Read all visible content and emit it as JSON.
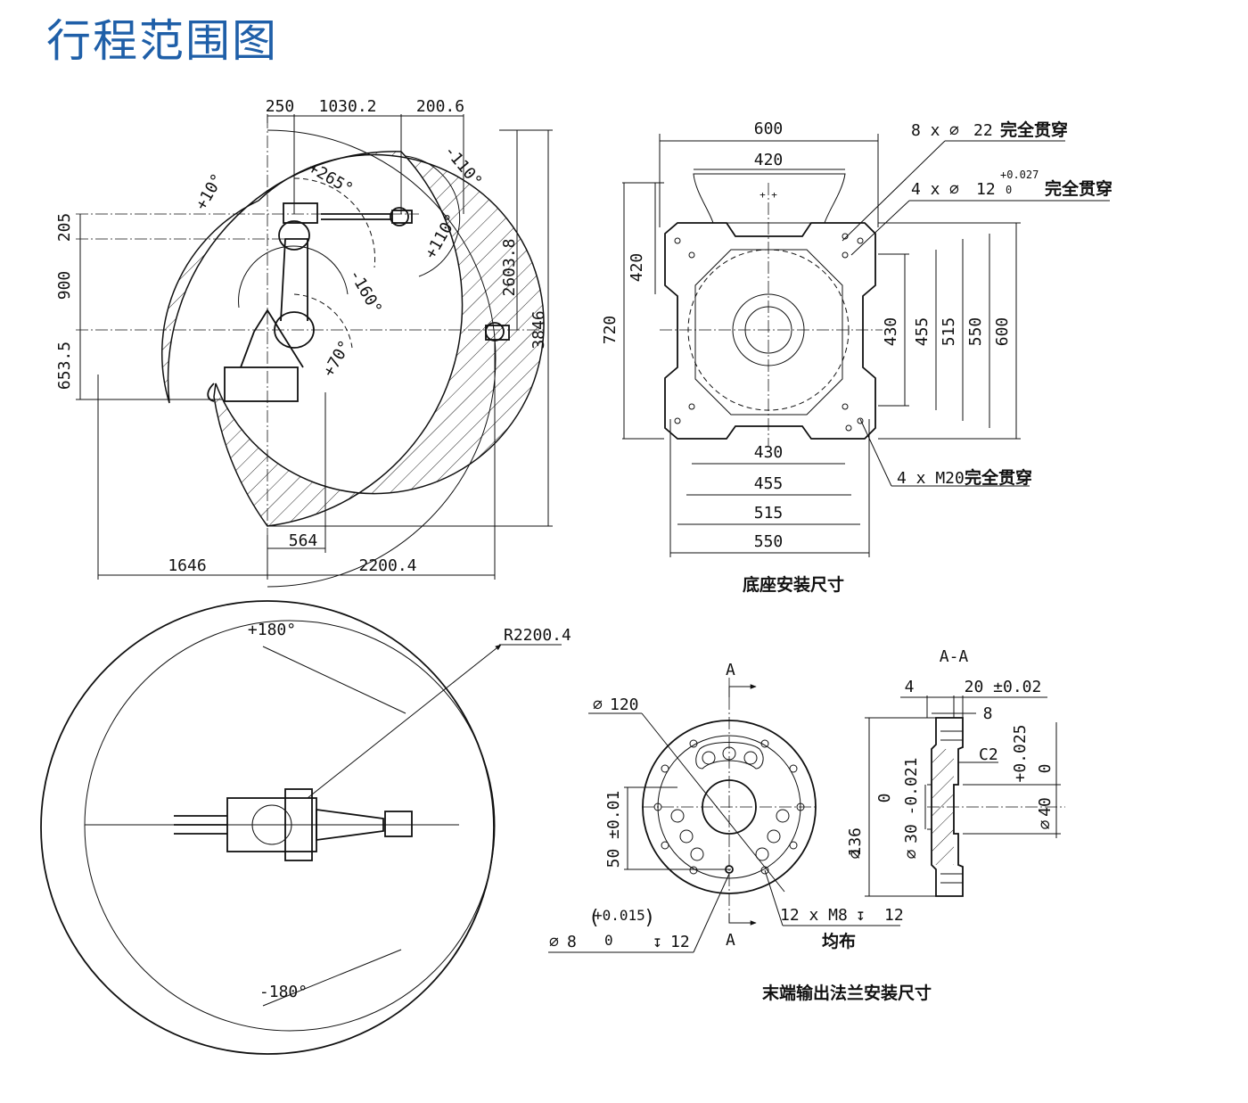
{
  "title": "行程范围图",
  "side_view": {
    "top_dims": [
      "250",
      "1030.2",
      "200.6"
    ],
    "left_dims": [
      "205",
      "900",
      "653.5"
    ],
    "right_dims": [
      "2603.8",
      "3846"
    ],
    "bottom_dims": [
      "564",
      "1646",
      "2200.4"
    ],
    "angles": [
      "+10°",
      "+265°",
      "-110°",
      "+110°",
      "-160°",
      "+70°"
    ]
  },
  "base_mount": {
    "caption": "底座安装尺寸",
    "top_dims": [
      "600",
      "420"
    ],
    "left_dims": [
      "420",
      "720"
    ],
    "right_dims": [
      "430",
      "455",
      "515",
      "550",
      "600"
    ],
    "bottom_dims": [
      "430",
      "455",
      "515",
      "550"
    ],
    "notes": {
      "holes_22_count": "8 x",
      "holes_22_dia": "22",
      "holes_22_text": "完全贯穿",
      "holes_12_count": "4 x",
      "holes_12_dia": "12",
      "holes_12_tol_upper": "+0.027",
      "holes_12_tol_lower": "0",
      "holes_12_text": "完全贯穿",
      "thread_m20": "4 x M20",
      "thread_m20_text": "完全贯穿"
    }
  },
  "top_view": {
    "angle_pos": "+180°",
    "angle_neg": "-180°",
    "radius": "R2200.4"
  },
  "flange": {
    "caption": "末端输出法兰安装尺寸",
    "section_mark": "A",
    "section_title": "A-A",
    "dia_120": "120",
    "dim_50": "50 ±0.01",
    "pin_dia": "8",
    "pin_tol_upper": "+0.015",
    "pin_tol_lower": "0",
    "pin_depth": "12",
    "thread_spec": "12 x  M8",
    "thread_depth": "12",
    "thread_note": "均布",
    "dim_4": "4",
    "dim_20": "20 ±0.02",
    "dim_8": "8",
    "chamfer": "C2",
    "dia_136": "136",
    "dia_30": "30",
    "dia_30_tol_upper": "0",
    "dia_30_tol_lower": "-0.021",
    "dia_40": "40",
    "dia_40_tol_upper": "+0.025",
    "dia_40_tol_lower": "0"
  }
}
